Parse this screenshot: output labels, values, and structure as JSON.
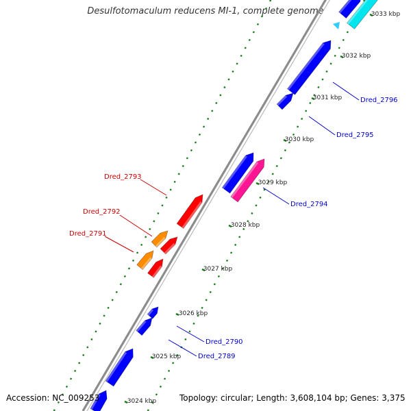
{
  "title": "Desulfotomaculum reducens MI-1, complete genome",
  "footer": {
    "accession": "Accession: NC_009253",
    "topology": "Topology: circular; Length: 3,608,104 bp; Genes: 3,375"
  },
  "colors": {
    "backbone": "#8c8c8c",
    "ticks": "#1a7a1a",
    "forward_genes": "#ff0000",
    "forward_label": "#cc0000",
    "reverse_genes": "#0000ff",
    "reverse_label": "#0000cc",
    "orange_genes": "#ff8c00",
    "magenta_gene": "#ff1493",
    "cyan_gene": "#00e5ee"
  },
  "ticks": [
    {
      "label": "3024 kbp"
    },
    {
      "label": "3025 kbp"
    },
    {
      "label": "3026 kbp"
    },
    {
      "label": "3027 kbp"
    },
    {
      "label": "3028 kbp"
    },
    {
      "label": "3029 kbp"
    },
    {
      "label": "3030 kbp"
    },
    {
      "label": "3031 kbp"
    },
    {
      "label": "3032 kbp"
    },
    {
      "label": "3033 kbp"
    }
  ],
  "gene_labels": [
    {
      "text": "Dred_2793",
      "strand": "forward"
    },
    {
      "text": "Dred_2792",
      "strand": "forward"
    },
    {
      "text": "Dred_2791",
      "strand": "forward"
    },
    {
      "text": "Dred_2796",
      "strand": "reverse"
    },
    {
      "text": "Dred_2795",
      "strand": "reverse"
    },
    {
      "text": "Dred_2794",
      "strand": "reverse"
    },
    {
      "text": "Dred_2790",
      "strand": "reverse"
    },
    {
      "text": "Dred_2789",
      "strand": "reverse"
    }
  ]
}
